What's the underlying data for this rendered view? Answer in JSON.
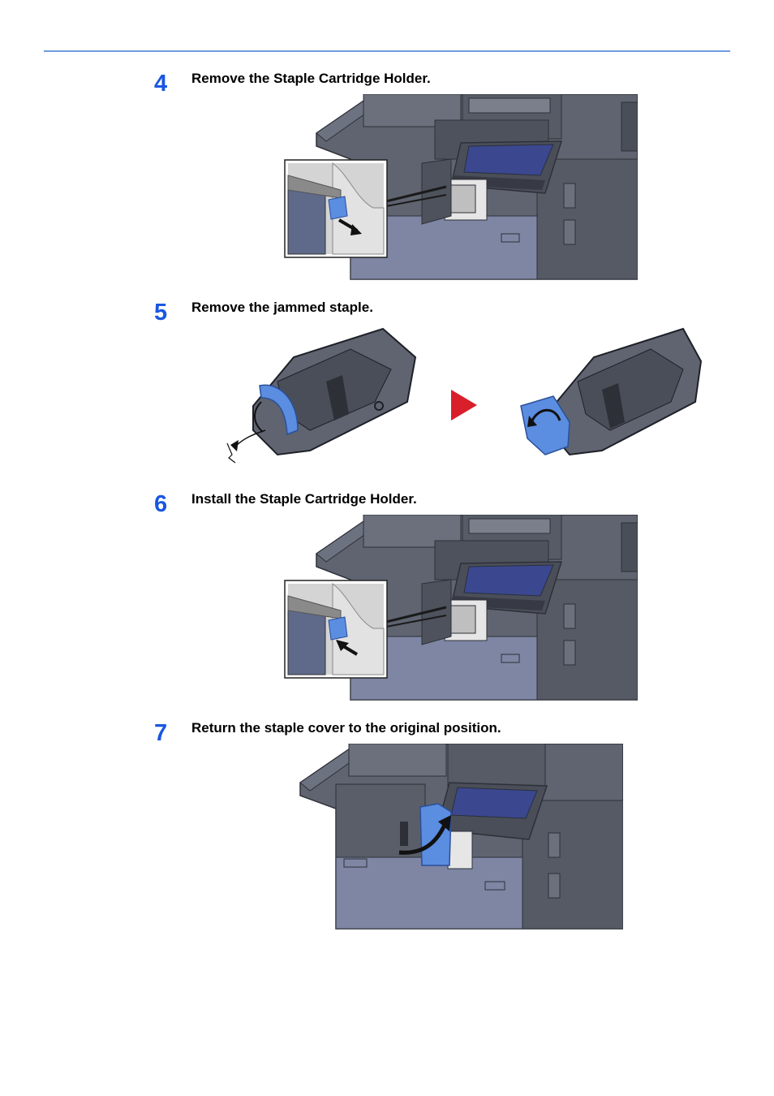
{
  "steps": [
    {
      "number": "4",
      "title": "Remove the Staple Cartridge Holder."
    },
    {
      "number": "5",
      "title": "Remove the jammed staple."
    },
    {
      "number": "6",
      "title": "Install the Staple Cartridge Holder."
    },
    {
      "number": "7",
      "title": "Return the staple cover to the original position."
    }
  ],
  "colors": {
    "rule": "#6f9be0",
    "step_number": "#1a57e0",
    "machine_body": "#5f6470",
    "machine_dark": "#4a4e58",
    "drawer": "#7e86a4",
    "highlight_blue": "#5b8de0",
    "arrow_red": "#d9202a"
  }
}
